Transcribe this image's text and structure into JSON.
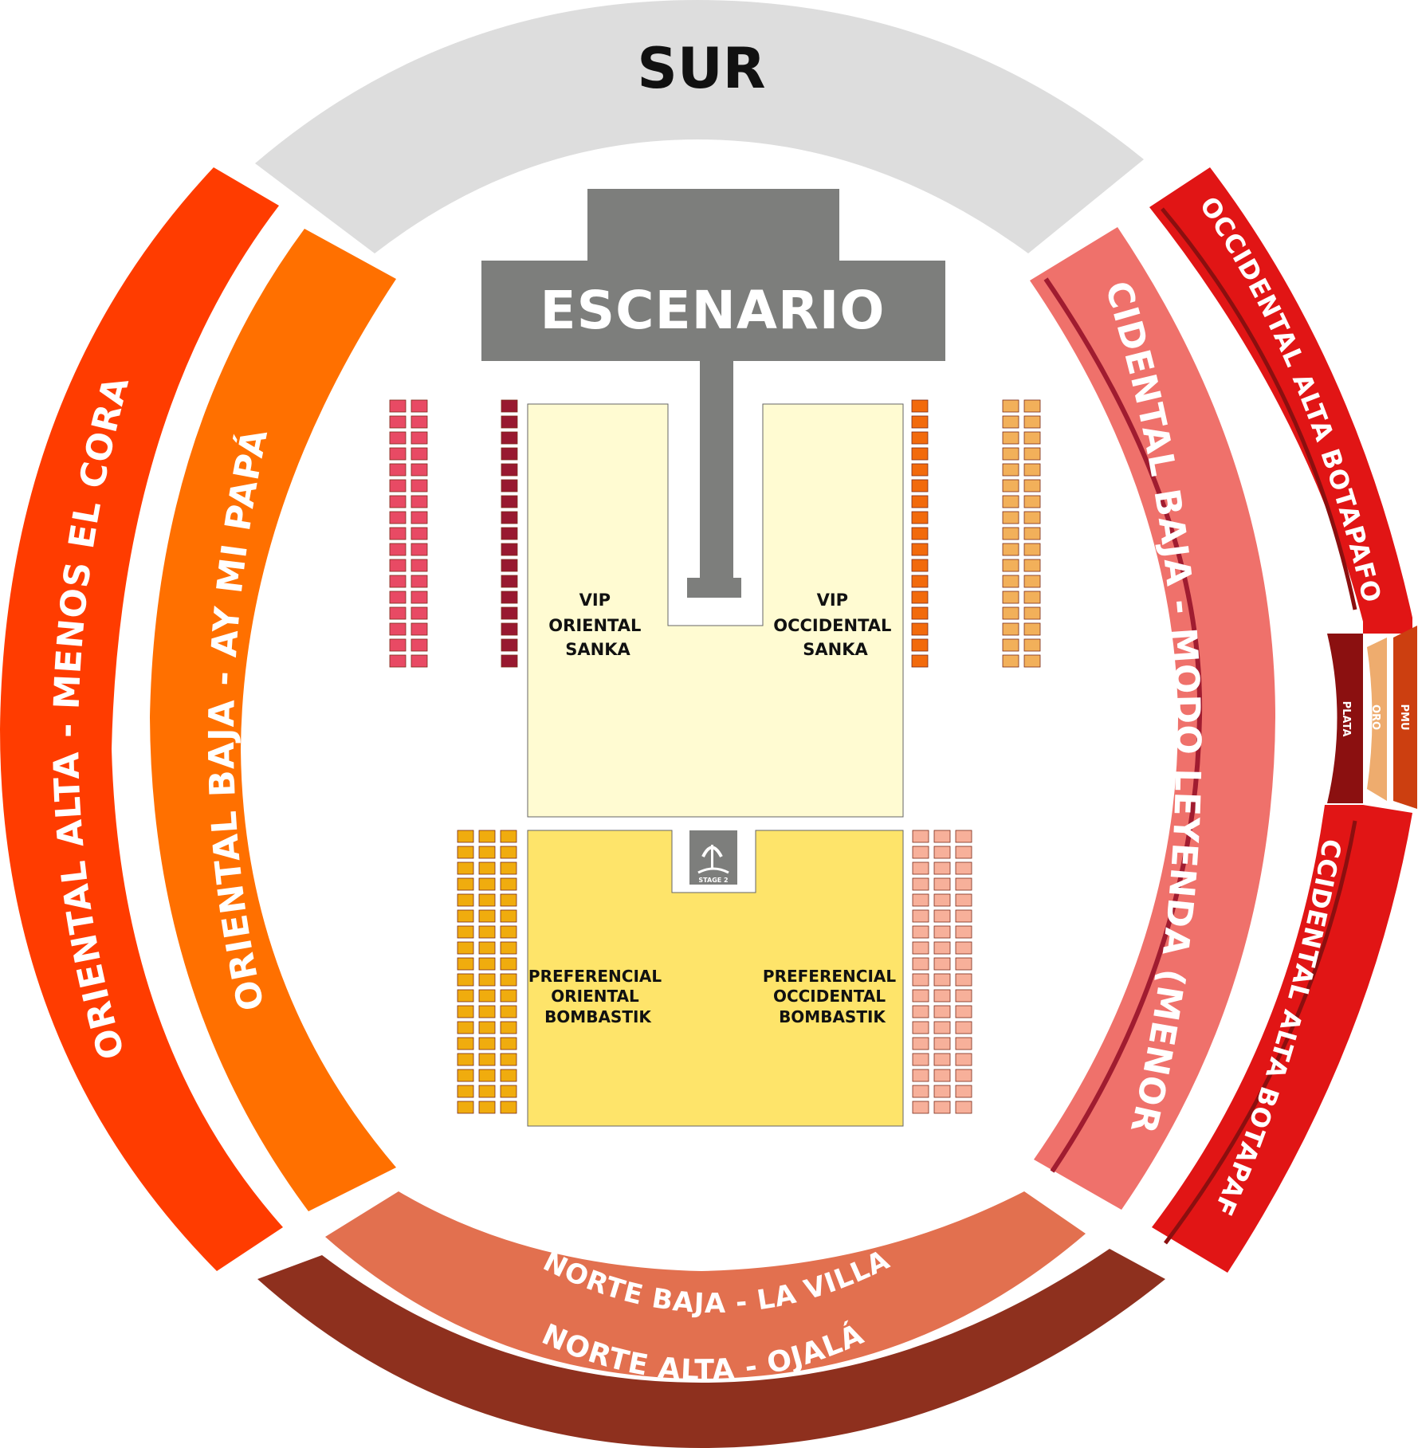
{
  "colors": {
    "sur": "#dddddd",
    "oriental_alta": "#ff3c00",
    "oriental_baja": "#ff7000",
    "occidental_alta": "#e11515",
    "occidental_baja": "#ef716b",
    "norte_baja": "#e2704f",
    "norte_alta": "#8e301e",
    "stage": "#7d7e7c",
    "vip_floor": "#fffbd2",
    "pref_floor": "#fee46a",
    "plata": "#8b1010",
    "oro": "#eeac6e",
    "pmu": "#cc3f10",
    "vip_left_outer_blocks": "#e84a64",
    "vip_left_inner_blocks": "#981930",
    "vip_right_inner_blocks": "#f26a0c",
    "vip_right_outer_blocks": "#f2b05a",
    "pref_left_blocks": "#f0ac0e",
    "pref_right_blocks": "#f7b09a"
  },
  "map": {
    "sur": "SUR",
    "escenario": "ESCENARIO",
    "oriental_alta": "ORIENTAL ALTA - MENOS EL CORA",
    "oriental_baja": "ORIENTAL BAJA - AY MI PAPÁ",
    "occidental_baja": "OCCIDENTAL BAJA - MODO LEYENDA (MENORES)",
    "occidental_alta_upper": "OCCIDENTAL ALTA BOTAPAFO",
    "occidental_alta_lower": "OCCIDENTAL ALTA BOTAPAFO",
    "norte_baja": "NORTE BAJA - LA VILLA",
    "norte_alta": "NORTE ALTA - OJALÁ",
    "plata": "PLATA",
    "oro": "ORO",
    "pmu": "PMU",
    "stage2": "STAGE 2",
    "vip_oriental": [
      "VIP",
      "ORIENTAL",
      "SANKA"
    ],
    "vip_occidental": [
      "VIP",
      "OCCIDENTAL",
      "SANKA"
    ],
    "pref_oriental": [
      "PREFERENCIAL",
      "ORIENTAL",
      "BOMBASTIK"
    ],
    "pref_occidental": [
      "PREFERENCIAL",
      "OCCIDENTAL",
      "BOMBASTIK"
    ]
  }
}
